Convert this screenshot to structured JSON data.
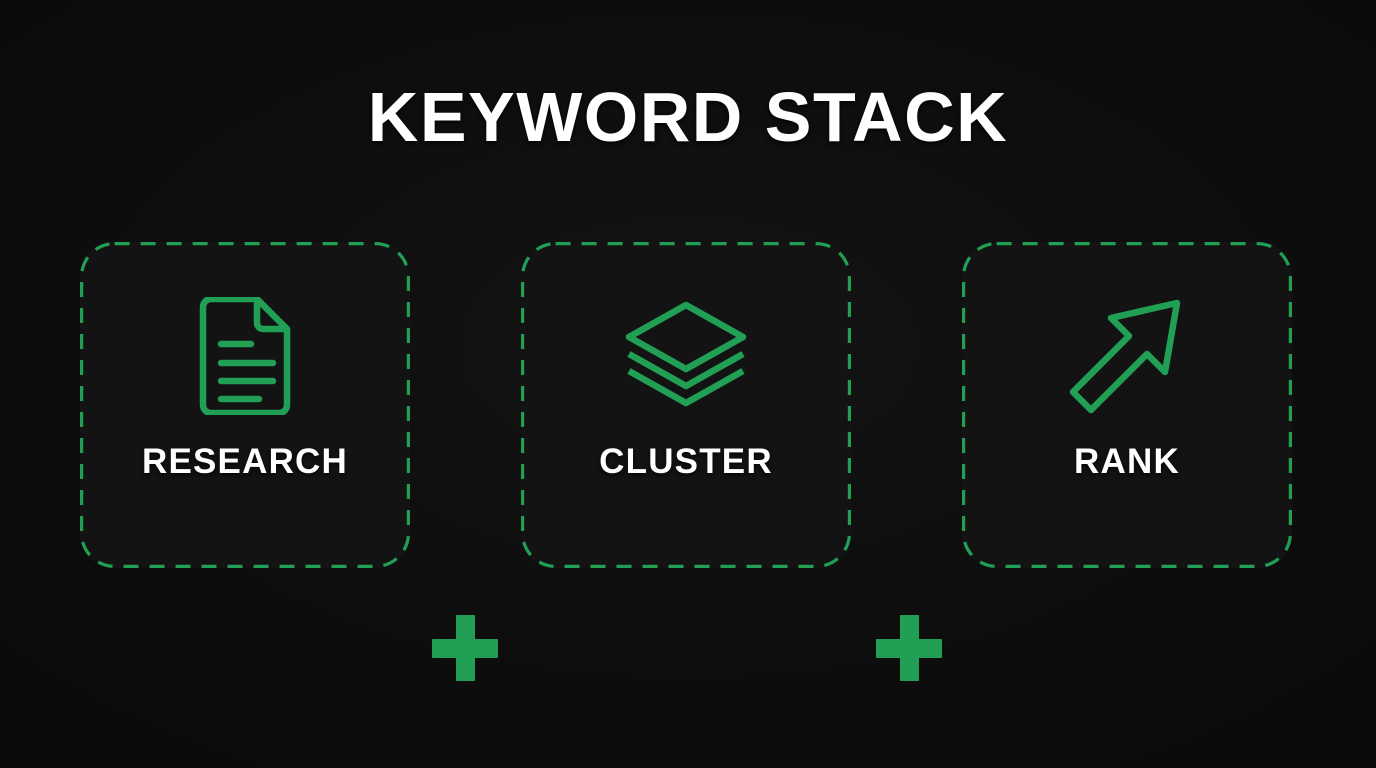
{
  "page": {
    "title": "KEYWORD STACK",
    "background_color": "#0e0e0e",
    "accent_color": "#21a055",
    "text_color": "#ffffff"
  },
  "steps": [
    {
      "label": "RESEARCH",
      "icon": "document-icon"
    },
    {
      "label": "CLUSTER",
      "icon": "layers-stack-icon"
    },
    {
      "label": "RANK",
      "icon": "arrow-up-right-icon"
    }
  ],
  "separators": [
    {
      "symbol": "plus-icon"
    },
    {
      "symbol": "plus-icon"
    }
  ]
}
